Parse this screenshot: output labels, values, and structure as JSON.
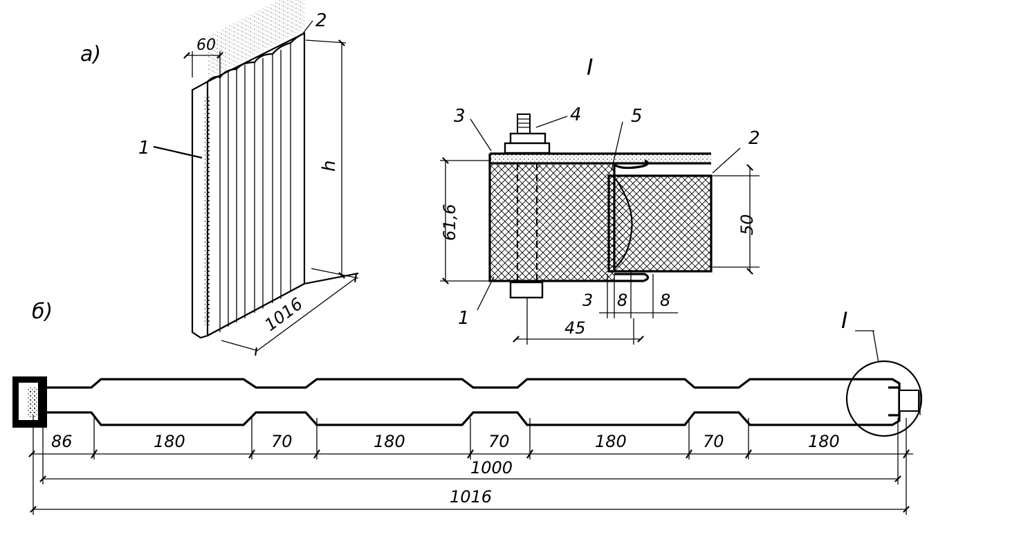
{
  "labels": {
    "view_a": "а)",
    "view_b": "б)",
    "detail_title": "I",
    "detail_callout": "I"
  },
  "view_a": {
    "pos_1": "1",
    "pos_2": "2",
    "dim_rib": "60",
    "dim_height": "h",
    "dim_width": "1016"
  },
  "detail": {
    "pos_1": "1",
    "pos_2": "2",
    "pos_3": "3",
    "pos_4": "4",
    "pos_5": "5",
    "dim_thickness": "61,6",
    "dim_thickness_2": "50",
    "dim_gap": "3",
    "dim_lip_1": "8",
    "dim_lip_2": "8",
    "dim_overlap": "45"
  },
  "section": {
    "dims": [
      "86",
      "180",
      "70",
      "180",
      "70",
      "180",
      "70",
      "180"
    ],
    "dim_module": "1000",
    "dim_total": "1016"
  }
}
